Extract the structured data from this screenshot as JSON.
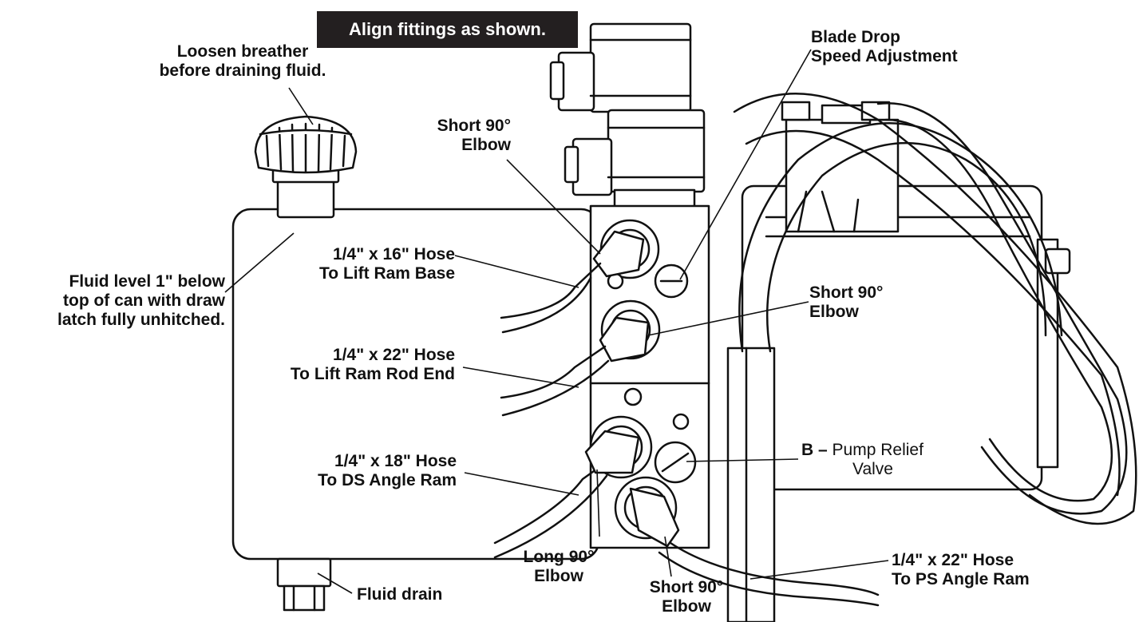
{
  "banner": "Align fittings as shown.",
  "labels": {
    "breather_1": "Loosen breather",
    "breather_2": "before draining fluid.",
    "fluid_level_1": "Fluid level 1\" below",
    "fluid_level_2": "top of can with draw",
    "fluid_level_3": "latch fully unhitched.",
    "elbow_top_1": "Short 90°",
    "elbow_top_2": "Elbow",
    "blade_drop_1": "Blade Drop",
    "blade_drop_2": "Speed Adjustment",
    "hose16_1": "1/4\" x 16\" Hose",
    "hose16_2": "To Lift Ram Base",
    "elbow_mid_1": "Short 90°",
    "elbow_mid_2": "Elbow",
    "hose22_rod_1": "1/4\" x 22\" Hose",
    "hose22_rod_2": "To Lift Ram Rod End",
    "relief_key": "B –",
    "relief_1": "Pump Relief",
    "relief_2": "Valve",
    "hose18_1": "1/4\" x 18\" Hose",
    "hose18_2": "To DS Angle Ram",
    "long_elbow_1": "Long 90°",
    "long_elbow_2": "Elbow",
    "short_elbow_bot_1": "Short 90°",
    "short_elbow_bot_2": "Elbow",
    "hose22_ps_1": "1/4\" x 22\" Hose",
    "hose22_ps_2": "To PS Angle Ram",
    "fluid_drain": "Fluid drain"
  }
}
